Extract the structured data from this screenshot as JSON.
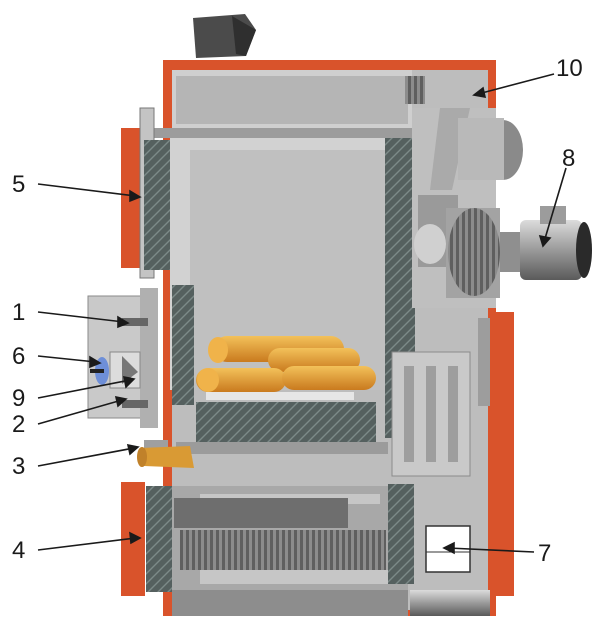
{
  "labels": {
    "l1": "1",
    "l2": "2",
    "l3": "3",
    "l4": "4",
    "l5": "5",
    "l6": "6",
    "l7": "7",
    "l8": "8",
    "l9": "9",
    "l10": "10"
  },
  "colors": {
    "casing": "#d9532b",
    "steel_light": "#c9c9c9",
    "steel_mid": "#a9a9a9",
    "steel_dark": "#6f6f6f",
    "insulation": "#4e5e5e",
    "wood": "#e8a23a"
  }
}
